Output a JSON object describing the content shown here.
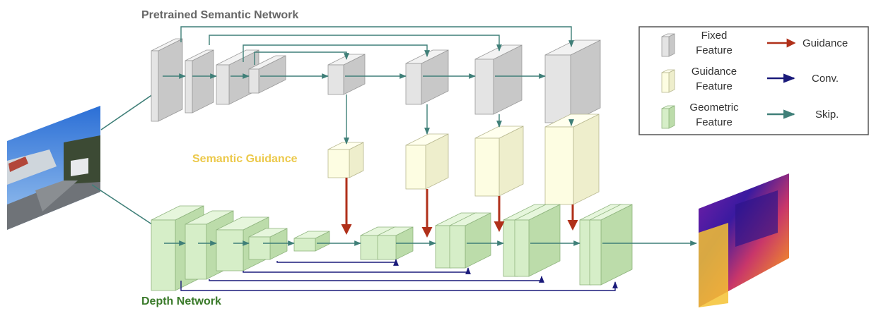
{
  "labels": {
    "semantic_network": "Pretrained Semantic Network",
    "semantic_guidance": "Semantic Guidance",
    "depth_network": "Depth Network"
  },
  "legend": {
    "fixed_line1": "Fixed",
    "fixed_line2": "Feature",
    "guidance_feat_line1": "Guidance",
    "guidance_feat_line2": "Feature",
    "geometric_line1": "Geometric",
    "geometric_line2": "Feature",
    "guidance_arrow": "Guidance",
    "conv_arrow": "Conv.",
    "skip_arrow": "Skip."
  },
  "colors": {
    "fixed_front": "#e4e4e4",
    "fixed_side": "#c8c8c8",
    "fixed_top": "#f2f2f2",
    "guidance_front": "#fdfde2",
    "guidance_side": "#eeeecc",
    "guidance_top": "#ffffee",
    "geometric_front": "#d6eec8",
    "geometric_side": "#bcdcaa",
    "geometric_top": "#e6f6dc",
    "guidance_arrow": "#b0301a",
    "conv_arrow": "#1a1a7a",
    "skip_arrow": "#3f7f78",
    "semantic_label": "#666666",
    "guidance_label": "#ecc94b",
    "depth_label": "#3a7a2a"
  }
}
